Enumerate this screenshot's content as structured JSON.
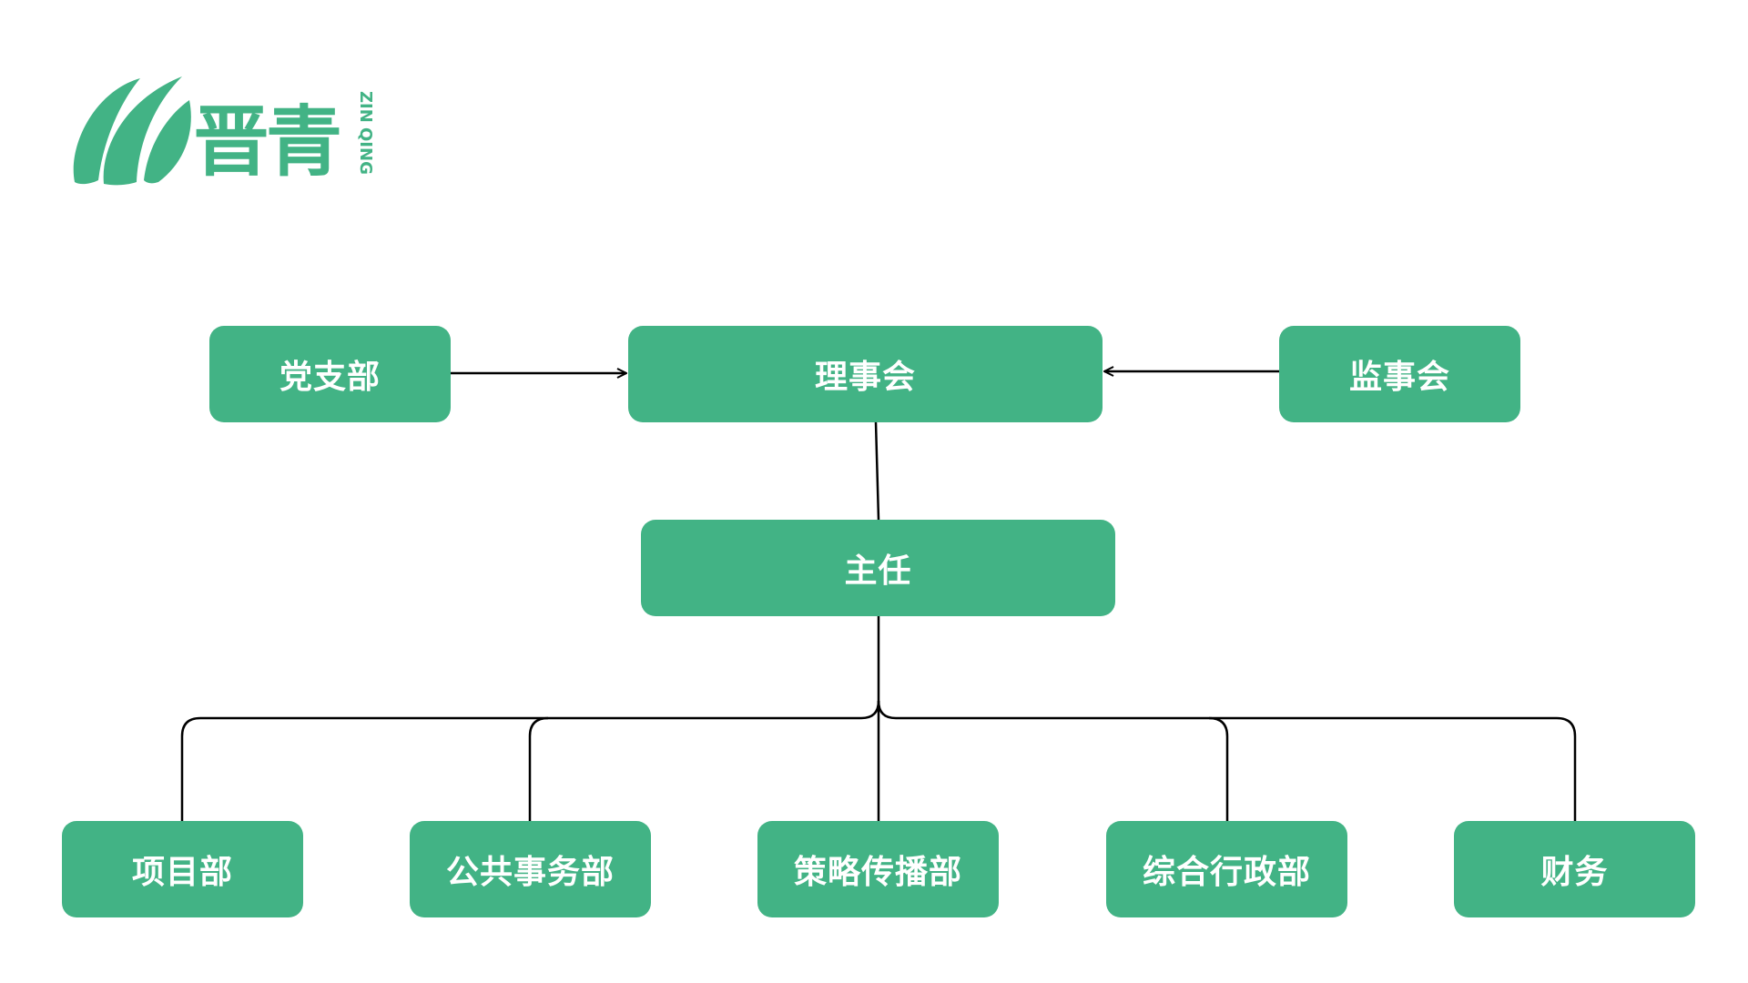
{
  "logo": {
    "text": "晋青",
    "pinyin_top": "ZIN",
    "pinyin_bottom": "QING",
    "color": "#42b385"
  },
  "theme": {
    "node_color": "#42b385",
    "node_text_color": "#ffffff",
    "line_color": "#000000"
  },
  "nodes": {
    "party_branch": "党支部",
    "board": "理事会",
    "supervisors": "监事会",
    "director": "主任",
    "projects": "项目部",
    "public_affairs": "公共事务部",
    "communications": "策略传播部",
    "admin": "综合行政部",
    "finance": "财务"
  }
}
